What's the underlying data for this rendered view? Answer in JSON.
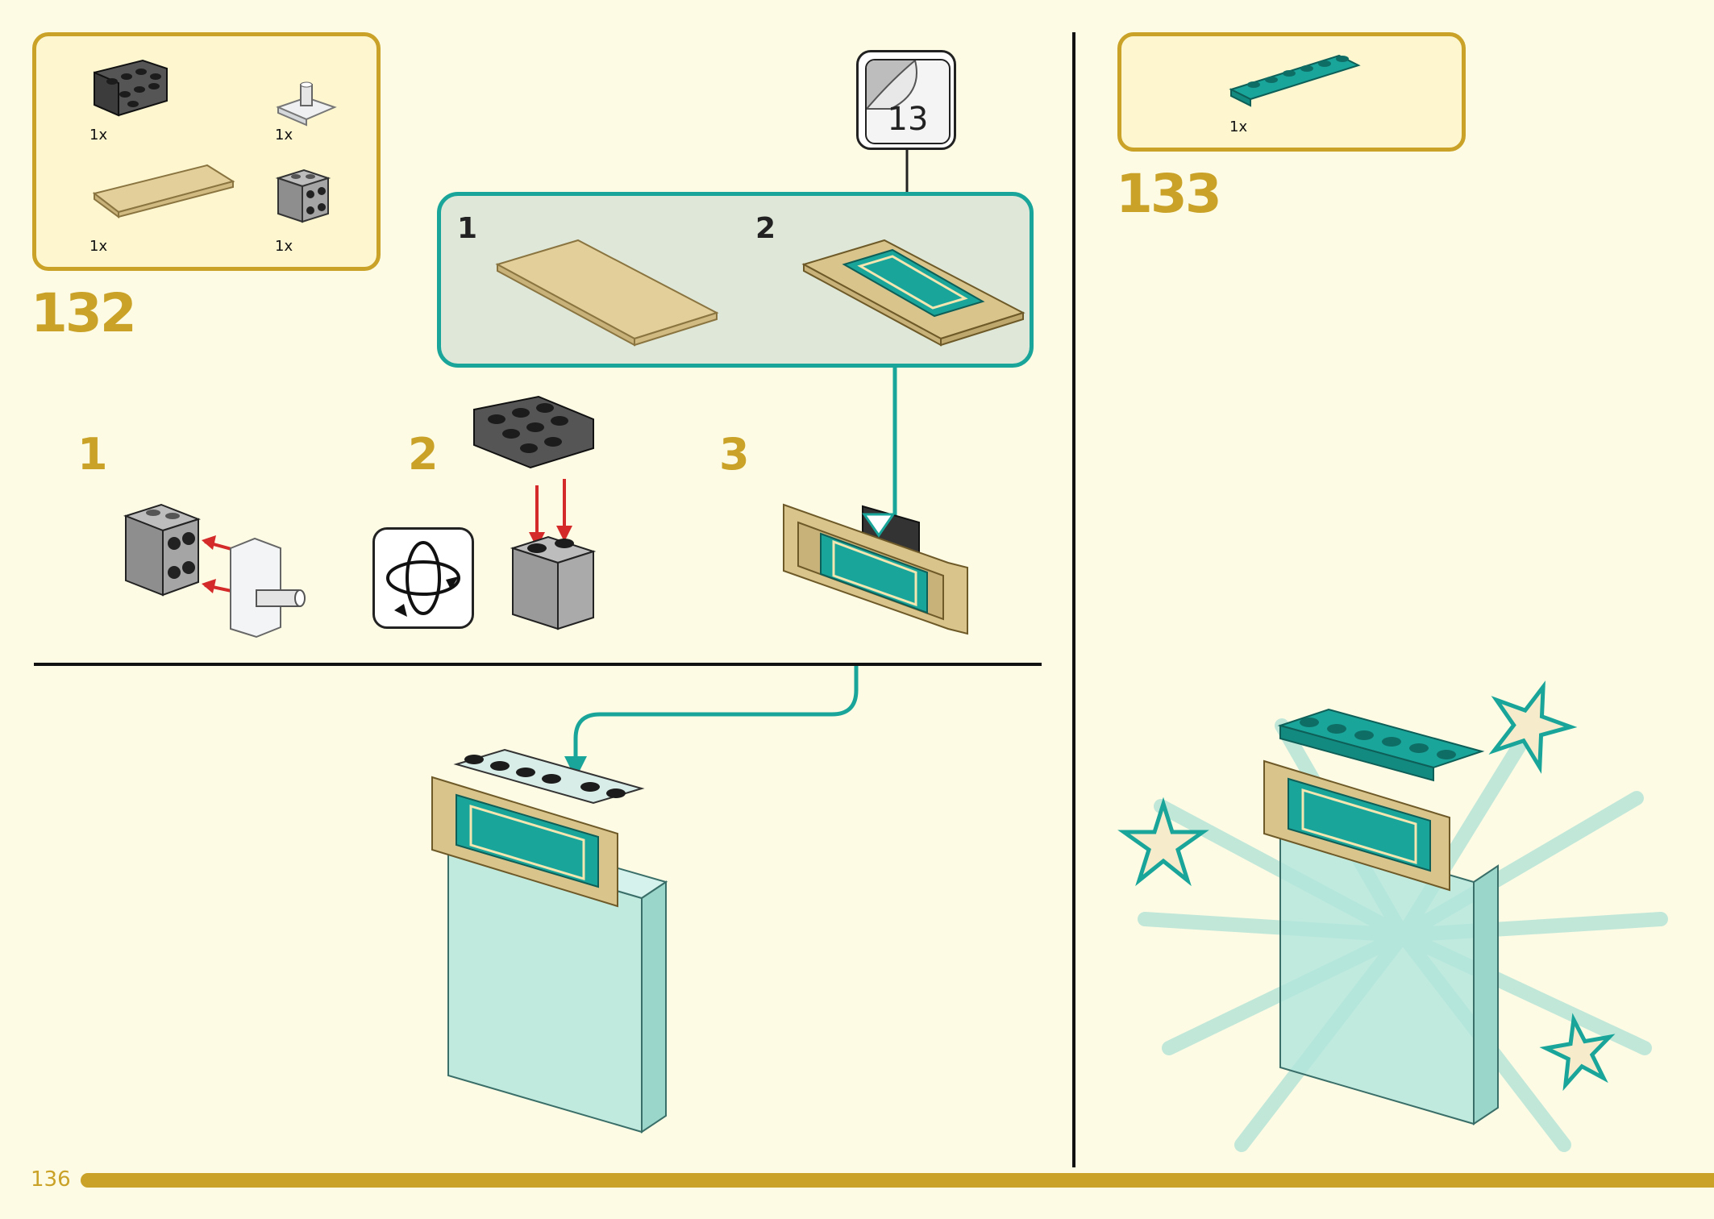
{
  "left_step": {
    "number": "132",
    "parts": [
      {
        "qty": "1x",
        "name": "dark gray bracket plate 2x4"
      },
      {
        "qty": "1x",
        "name": "white plate with pin"
      },
      {
        "qty": "1x",
        "name": "tan tile 2x6"
      },
      {
        "qty": "1x",
        "name": "gray brick with studs on side"
      }
    ],
    "sticker_number": "13",
    "callout": {
      "labels": [
        "1",
        "2"
      ]
    },
    "substeps": [
      "1",
      "2",
      "3"
    ]
  },
  "right_step": {
    "number": "133",
    "parts": [
      {
        "qty": "1x",
        "name": "teal plate 1x6"
      }
    ]
  },
  "footer": {
    "page_number": "136"
  },
  "colors": {
    "accent": "#c9a227",
    "teal": "#1aa59a",
    "background": "#fdfbe4"
  }
}
